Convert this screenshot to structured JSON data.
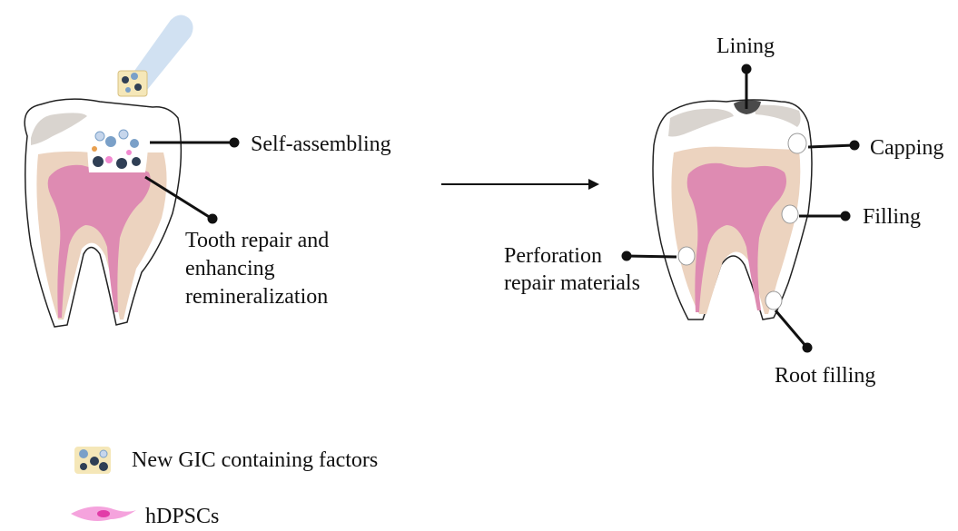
{
  "labels": {
    "self_assembling": "Self-assembling",
    "tooth_repair": [
      "Tooth repair and",
      "enhancing",
      "remineralization"
    ],
    "lining": "Lining",
    "capping": "Capping",
    "filling": "Filling",
    "perforation": [
      "Perforation",
      "repair materials"
    ],
    "root_filling": "Root filling"
  },
  "legend": {
    "gic": "New GIC containing factors",
    "hdpsc": "hDPSCs"
  },
  "colors": {
    "enamel": "#ffffff",
    "enamel_shadow": "#d9d4cf",
    "dentin": "#ecd3bf",
    "pulp": "#de8bb2",
    "pulp_light": "#f0a9c9",
    "line": "#111111",
    "syringe": "#c9dcf0",
    "gic_fill": "#f5e7b8",
    "cell_dark": "#2f3f55",
    "cell_blue": "#7aa0c8",
    "hdpsc": "#f28ad0",
    "lining_dark": "#4a4a4a"
  },
  "icons": [
    "syringe-icon",
    "tooth-left-icon",
    "tooth-right-icon",
    "arrow-icon",
    "gic-cluster-icon",
    "hdpsc-cell-icon"
  ]
}
